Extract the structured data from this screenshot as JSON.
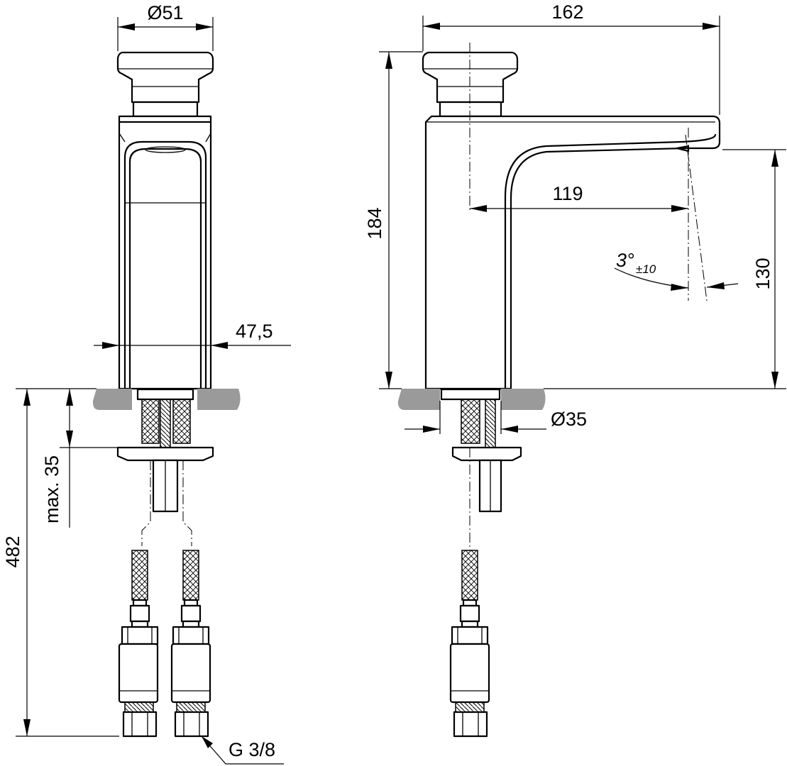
{
  "dimensions": {
    "knob_diameter": "Ø51",
    "body_width": "47,5",
    "max_depth": "max. 35",
    "total_height": "482",
    "overall_width": "162",
    "tap_height": "184",
    "spout_reach": "119",
    "spout_height": "130",
    "angle_value": "3°",
    "angle_tolerance": "±10",
    "stem_diameter": "Ø35",
    "thread": "G 3/8"
  },
  "colors": {
    "line": "#000000",
    "floor": "#9a9a9a",
    "background": "#ffffff"
  }
}
